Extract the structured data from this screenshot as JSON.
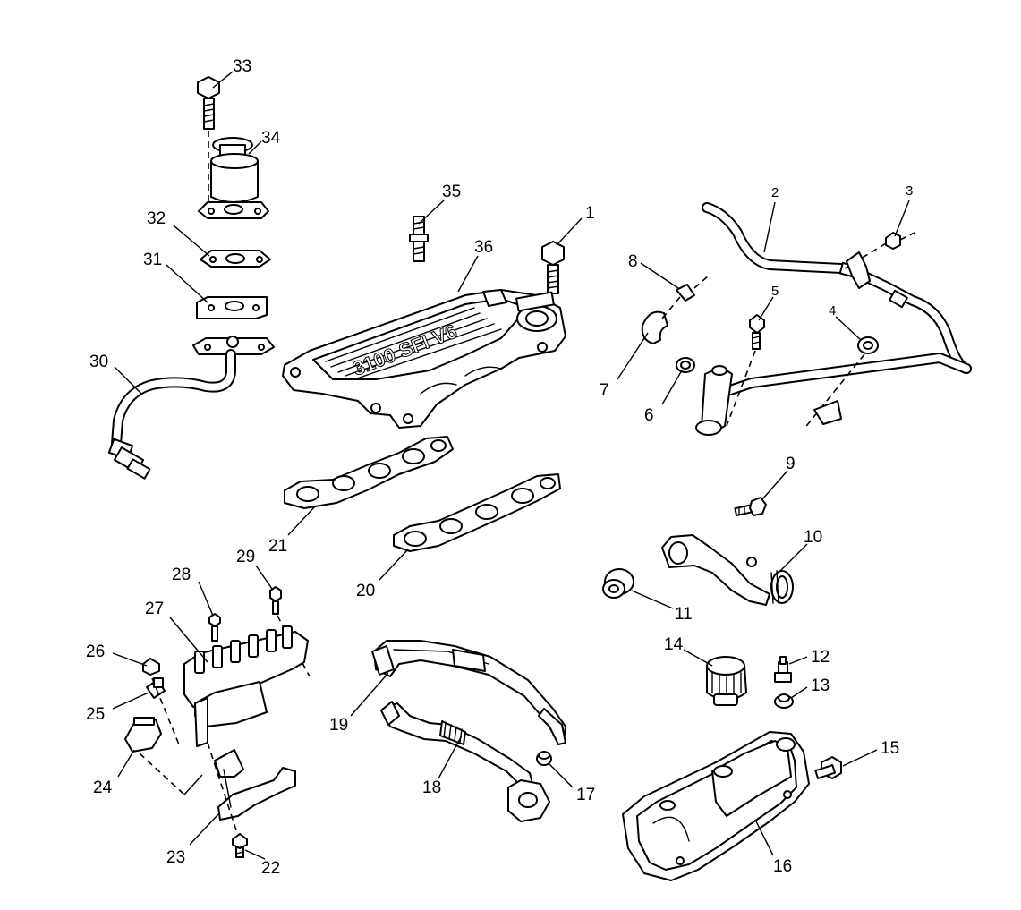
{
  "diagram": {
    "manifold_marking": "3100 SFI V6",
    "callouts": [
      {
        "id": "1",
        "label": "1"
      },
      {
        "id": "2",
        "label": "2"
      },
      {
        "id": "3",
        "label": "3"
      },
      {
        "id": "4",
        "label": "4"
      },
      {
        "id": "5",
        "label": "5"
      },
      {
        "id": "6",
        "label": "6"
      },
      {
        "id": "7",
        "label": "7"
      },
      {
        "id": "8",
        "label": "8"
      },
      {
        "id": "9",
        "label": "9"
      },
      {
        "id": "10",
        "label": "10"
      },
      {
        "id": "11",
        "label": "11"
      },
      {
        "id": "12",
        "label": "12"
      },
      {
        "id": "13",
        "label": "13"
      },
      {
        "id": "14",
        "label": "14"
      },
      {
        "id": "15",
        "label": "15"
      },
      {
        "id": "16",
        "label": "16"
      },
      {
        "id": "17",
        "label": "17"
      },
      {
        "id": "18",
        "label": "18"
      },
      {
        "id": "19",
        "label": "19"
      },
      {
        "id": "20",
        "label": "20"
      },
      {
        "id": "21",
        "label": "21"
      },
      {
        "id": "22",
        "label": "22"
      },
      {
        "id": "23",
        "label": "23"
      },
      {
        "id": "24",
        "label": "24"
      },
      {
        "id": "25",
        "label": "25"
      },
      {
        "id": "26",
        "label": "26"
      },
      {
        "id": "27",
        "label": "27"
      },
      {
        "id": "28",
        "label": "28"
      },
      {
        "id": "29",
        "label": "29"
      },
      {
        "id": "30",
        "label": "30"
      },
      {
        "id": "31",
        "label": "31"
      },
      {
        "id": "32",
        "label": "32"
      },
      {
        "id": "33",
        "label": "33"
      },
      {
        "id": "34",
        "label": "34"
      },
      {
        "id": "35",
        "label": "35"
      },
      {
        "id": "36",
        "label": "36"
      }
    ]
  }
}
